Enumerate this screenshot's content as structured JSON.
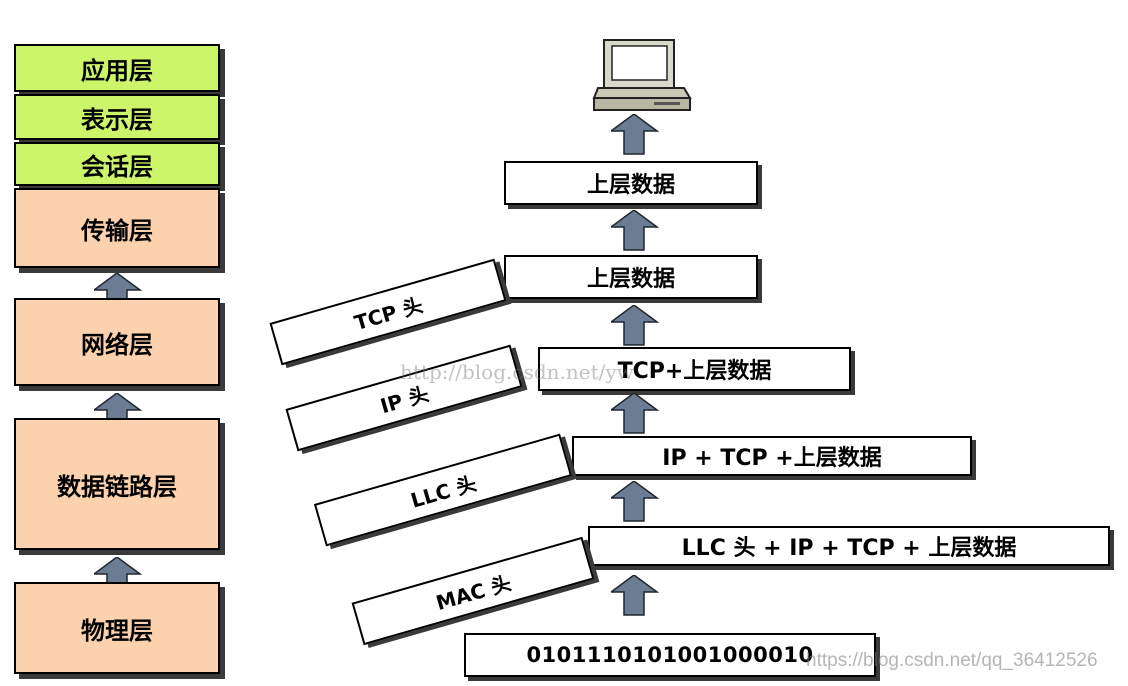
{
  "osi_layers": {
    "application": "应用层",
    "presentation": "表示层",
    "session": "会话层",
    "transport": "传输层",
    "network": "网络层",
    "data_link": "数据链路层",
    "physical": "物理层"
  },
  "stack": {
    "data_top": "上层数据",
    "data_transport": "上层数据",
    "tcp_segment": "TCP+上层数据",
    "ip_packet": "IP + TCP +上层数据",
    "llc_frame": "LLC 头 + IP + TCP + 上层数据",
    "bits": "0101110101001000010"
  },
  "headers": {
    "tcp": "TCP 头",
    "ip": "IP 头",
    "llc": "LLC 头",
    "mac": "MAC 头"
  },
  "watermarks": {
    "center": "http://blog.csdn.net/yw",
    "bottom": "https://blog.csdn.net/qq_36412526"
  },
  "colors": {
    "upper_layers": "#ccf56a",
    "lower_layers": "#fbd2ad",
    "arrow": "#6b7c93"
  }
}
